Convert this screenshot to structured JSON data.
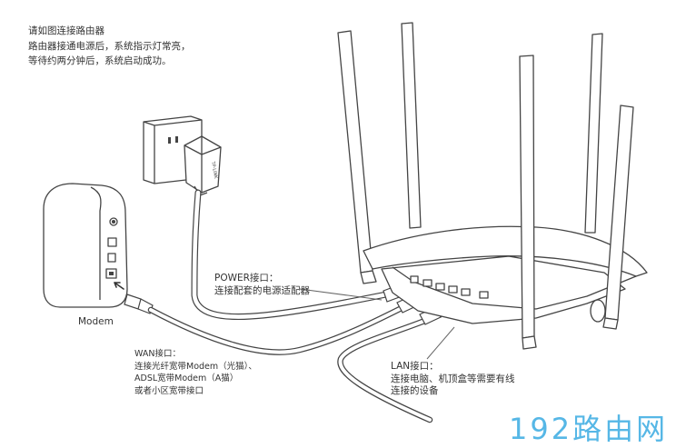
{
  "intro": {
    "lines": [
      "请如图连接路由器",
      "路由器接通电源后，系统指示灯常亮，",
      "等待约两分钟后，系统启动成功。"
    ]
  },
  "power_port": {
    "lines": [
      "POWER接口：",
      "连接配套的电源适配器"
    ]
  },
  "wan_port": {
    "lines": [
      "WAN接口：",
      "连接光纤宽带Modem（光猫）、",
      "ADSL宽带Modem（A猫）",
      "或者小区宽带接口"
    ]
  },
  "lan_port": {
    "lines": [
      "LAN接口：",
      "连接电脑、机顶盒等需要有线",
      "连接的设备"
    ]
  },
  "modem_label": "Modem",
  "adapter_brand": "TP-LINK",
  "watermark": "192路由网",
  "colors": {
    "line": "#444444",
    "cable": "#888888",
    "watermark": "#56b7e6"
  }
}
